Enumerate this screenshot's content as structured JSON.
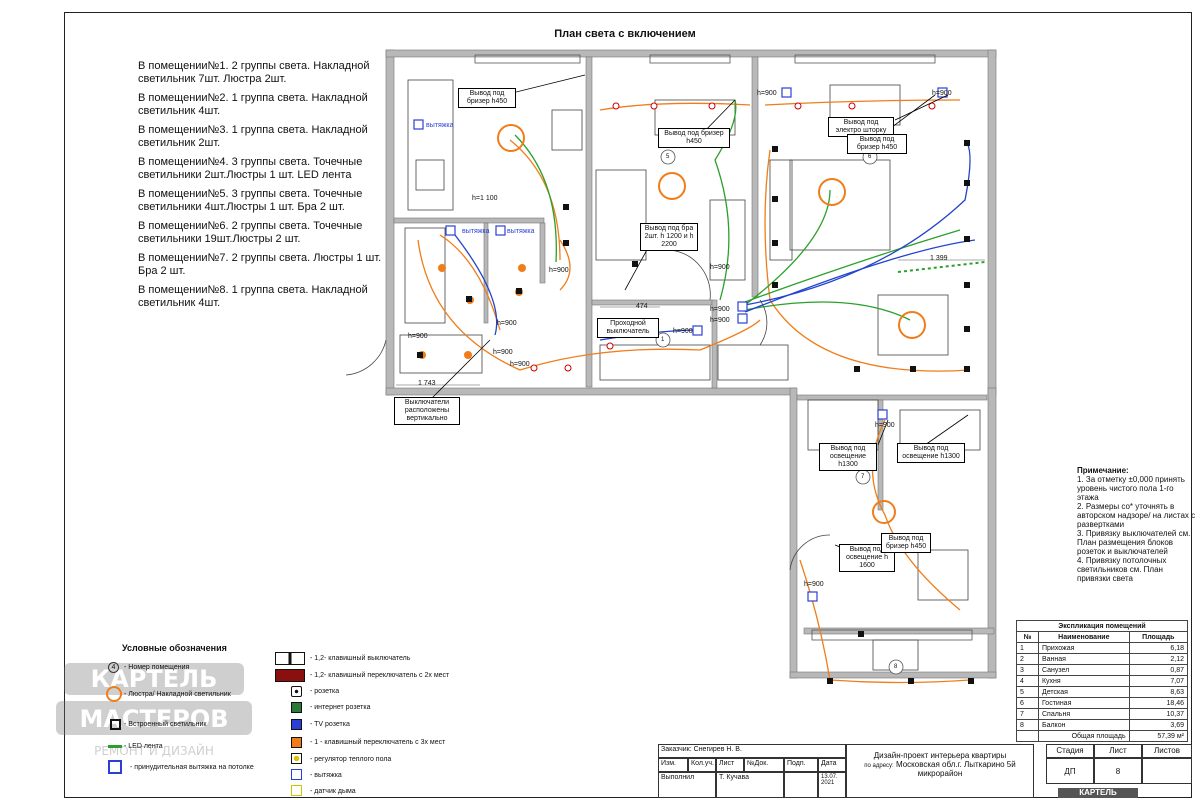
{
  "title": "План света с включением",
  "room_notes": [
    "В помещении№1. 2 группы света. Накладной светильник 7шт. Люстра 2шт.",
    "В помещении№2. 1 группа света. Накладной светильник 4шт.",
    "В помещении№3. 1 группа света. Накладной светильник 2шт.",
    "В помещении№4. 3 группы света. Точечные светильники 2шт.Люстры 1 шт. LED лента",
    "В помещении№5. 3 группы света. Точечные светильники 4шт.Люстры 1 шт. Бра 2 шт.",
    "В помещении№6. 2 группы света. Точечные светильники 19шт.Люстры 2 шт.",
    "В помещении№7. 2 группы света. Люстры 1 шт. Бра 2 шт.",
    "В помещении№8. 1 группа света. Накладной светильник 4шт."
  ],
  "plan_labels": {
    "breezer1": "Вывод под бризер h450",
    "breezer2": "Вывод под бризер h450",
    "breezer3": "Вывод под бризер h450",
    "breezer4": "Вывод под бризер h450",
    "curtain": "Вывод под электро шторку",
    "bra": "Вывод под бра 2шт. h 1200 и h 2200",
    "passthrough": "Проходной выключатель",
    "switches_vertical": "Выключатели расположены вертикально",
    "light_out1": "Вывод под освещение h1300",
    "light_out2": "Вывод под освещение h1300",
    "light_out3": "Вывод под освещение h 1600",
    "hood1": "вытяжка",
    "hood2": "вытяжка",
    "hood3": "вытяжка",
    "h900": "h=900",
    "h1100": "h=1 100",
    "dim1": "1 743",
    "dim2": "1 399",
    "dim3": "474",
    "room_numbers": [
      "1",
      "5",
      "6",
      "7",
      "8"
    ]
  },
  "remark": {
    "heading": "Примечание:",
    "items": [
      "1. За отметку ±0,000 принять уровень чистого пола 1-го этажа",
      "2. Размеры со* уточнять в авторском надзоре/ на листах с развертками",
      "3. Привязку выключателей см. План размещения блоков розеток и выключателей",
      "4. Привязку потолочных светильников см. План привязки света"
    ]
  },
  "legend": {
    "title": "Условные обозначения",
    "left_items": [
      {
        "icon": "room-number-icon",
        "label": "- Номер помещения"
      },
      {
        "icon": "chandelier-icon",
        "label": "- Люстра/ Накладной светильник"
      },
      {
        "icon": "recessed-light-icon",
        "label": "- Встроенный светильник"
      },
      {
        "icon": "led-strip-icon",
        "label": "- LED лента"
      },
      {
        "icon": "ceiling-fan-icon",
        "label": "- принудительная вытяжка на потолке"
      }
    ],
    "right_items": [
      {
        "icon": "switch-1-2-icon",
        "label": "- 1,2- клавишный выключатель"
      },
      {
        "icon": "switch-2place-icon",
        "label": "- 1,2- клавишный переключатель с 2х мест"
      },
      {
        "icon": "socket-icon",
        "label": "- розетка"
      },
      {
        "icon": "internet-socket-icon",
        "label": "- интернет розетка"
      },
      {
        "icon": "tv-socket-icon",
        "label": "- TV розетка"
      },
      {
        "icon": "switch-3place-icon",
        "label": "- 1 - клавишный переключатель с 3х мест"
      },
      {
        "icon": "floor-heat-icon",
        "label": "- регулятор теплого пола"
      },
      {
        "icon": "hood-icon",
        "label": "- вытяжка"
      },
      {
        "icon": "smoke-detector-icon",
        "label": "- датчик дыма"
      }
    ]
  },
  "explication": {
    "title": "Экспликация помещений",
    "headers": [
      "№",
      "Наименование",
      "Площадь"
    ],
    "rows": [
      [
        "1",
        "Прихожая",
        "6,18"
      ],
      [
        "2",
        "Ванная",
        "2,12"
      ],
      [
        "3",
        "Санузел",
        "0,87"
      ],
      [
        "4",
        "Кухня",
        "7,07"
      ],
      [
        "5",
        "Детская",
        "8,63"
      ],
      [
        "6",
        "Гостиная",
        "18,46"
      ],
      [
        "7",
        "Спальня",
        "10,37"
      ],
      [
        "8",
        "Балкон",
        "3,69"
      ]
    ],
    "total_label": "Общая площадь",
    "total_value": "57,39 м²"
  },
  "stamp": {
    "customer": "Заказчик: Снегирев Н. В.",
    "cols": [
      "Изм.",
      "Кол.уч.",
      "Лист",
      "№Док.",
      "Подп.",
      "Дата"
    ],
    "performer_label": "Выполнил",
    "performer": "Т. Кучава",
    "date": "13.07. 2021",
    "project": "Дизайн-проект интерьера квартиры",
    "address_prefix": "по адресу:",
    "address": "Московская обл.г. Лыткарино 5й микрорайон",
    "stage_label": "Стадия",
    "sheet_label": "Лист",
    "sheets_label": "Листов",
    "stage": "ДП",
    "sheet": "8",
    "sheets": ""
  },
  "watermark": {
    "line1": "КАРТЕЛЬ",
    "line2": "МАСТЕРОВ",
    "line3": "РЕМОНТ И ДИЗАЙН",
    "corner": "КАРТЕЛЬ"
  },
  "colors": {
    "orange_wire": "#f07d1a",
    "green_wire": "#2aa02a",
    "blue_wire": "#2244cc",
    "wall": "#9a9a9a",
    "hood_blue": "#2b3fd4"
  }
}
